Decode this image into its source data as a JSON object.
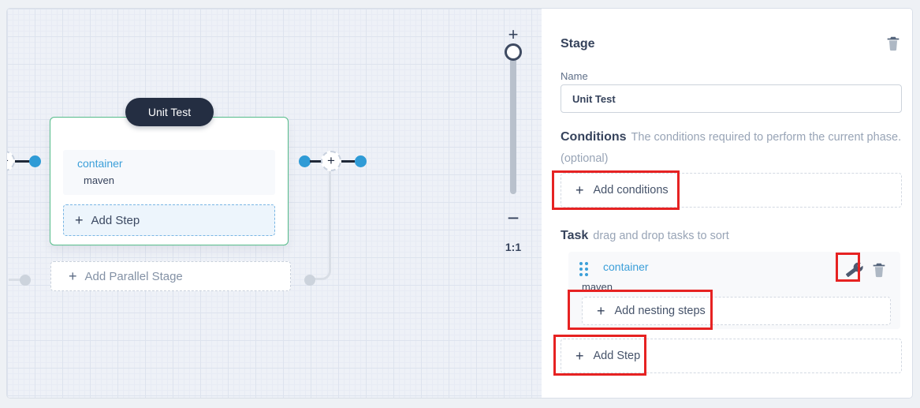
{
  "glyphs": {
    "plus": "+",
    "minus": "−"
  },
  "colors": {
    "accent_blue": "#3b9fd9",
    "stage_green": "#55bc8a",
    "dark_navy": "#36435c",
    "annotation_red": "#e62222",
    "muted_gray": "#98a4b6"
  },
  "canvas": {
    "stage": {
      "title": "Unit Test",
      "step_name": "container",
      "step_sub": "maven",
      "add_step_label": "Add Step"
    },
    "add_parallel_label": "Add Parallel Stage",
    "zoom_ratio": "1:1"
  },
  "panel": {
    "title": "Stage",
    "name_label": "Name",
    "name_value": "Unit Test",
    "conditions_title": "Conditions",
    "conditions_desc": "The conditions required to perform the current phase. (optional)",
    "add_conditions_label": "Add conditions",
    "task_title": "Task",
    "task_desc": "drag and drop tasks to sort",
    "task": {
      "name": "container",
      "sub": "maven",
      "add_nesting_label": "Add nesting steps"
    },
    "add_step_label": "Add Step"
  }
}
